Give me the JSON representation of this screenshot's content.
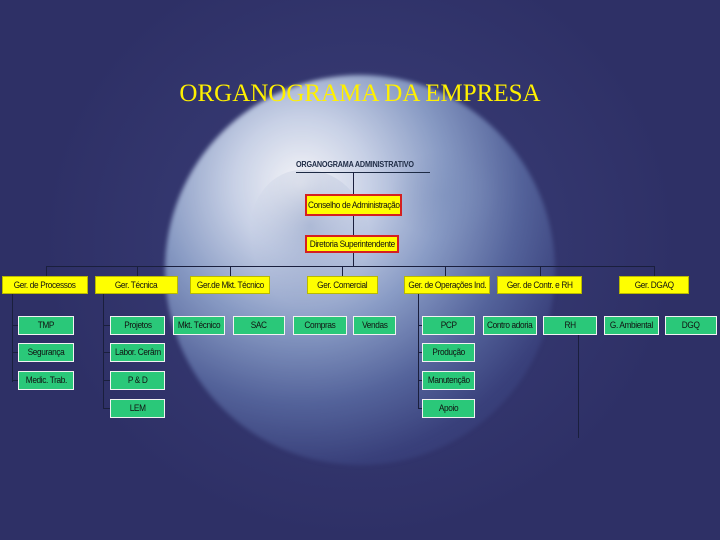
{
  "slide": {
    "title": "ORGANOGRAMA DA EMPRESA",
    "title_color": "#fff000",
    "background_color": "#2f3168"
  },
  "org_chart": {
    "heading": "ORGANOGRAMA ADMINISTRATIVO",
    "board": "Conselho de Administração",
    "direction": "Diretoria Superintendente",
    "managers": [
      {
        "label": "Ger. de Processos",
        "subunits": [
          "TMP",
          "Segurança",
          "Medic. Trab."
        ]
      },
      {
        "label": "Ger. Técnica",
        "subunits": [
          "Projetos",
          "Labor. Cerâm",
          "P & D",
          "LEM"
        ]
      },
      {
        "label": "Ger.de Mkt. Técnico",
        "subunits": [
          "Mkt. Técnico",
          "SAC"
        ]
      },
      {
        "label": "Ger. Comercial",
        "subunits": [
          "Compras",
          "Vendas"
        ]
      },
      {
        "label": "Ger. de Operações Ind.",
        "subunits": [
          "PCP",
          "Produção",
          "Manutenção",
          "Apoio"
        ]
      },
      {
        "label": "Ger. de Contr. e RH",
        "subunits": [
          "Contro adoria",
          "RH"
        ]
      },
      {
        "label": "Ger. DGAQ",
        "subunits": [
          "G. Ambiental",
          "DGQ"
        ]
      }
    ],
    "colors": {
      "manager_fill": "#ffff00",
      "subunit_fill": "#2ac879",
      "top_border": "#d52020"
    }
  }
}
